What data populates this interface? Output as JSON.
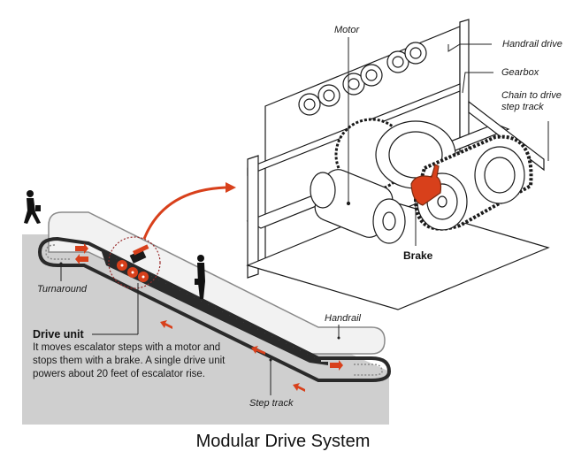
{
  "figure": {
    "caption": "Modular Drive System",
    "colors": {
      "accent_red": "#d8401b",
      "background_gray": "#cfcfcf",
      "track_dark": "#2a2a2a",
      "handrail_light": "#f2f2f2",
      "line_art": "#1a1a1a"
    }
  },
  "machine_labels": {
    "motor": "Motor",
    "handrail_drive": "Handrail drive",
    "gearbox": "Gearbox",
    "chain": "Chain to drive step track",
    "chain_line1": "Chain to drive",
    "chain_line2": "step track",
    "brake": "Brake"
  },
  "escalator_labels": {
    "turnaround": "Turnaround",
    "handrail": "Handrail",
    "step_track": "Step track"
  },
  "drive_unit": {
    "title": "Drive unit",
    "description": "It moves escalator steps with a motor and stops them with a brake. A single drive unit powers about 20 feet of escalator rise."
  }
}
